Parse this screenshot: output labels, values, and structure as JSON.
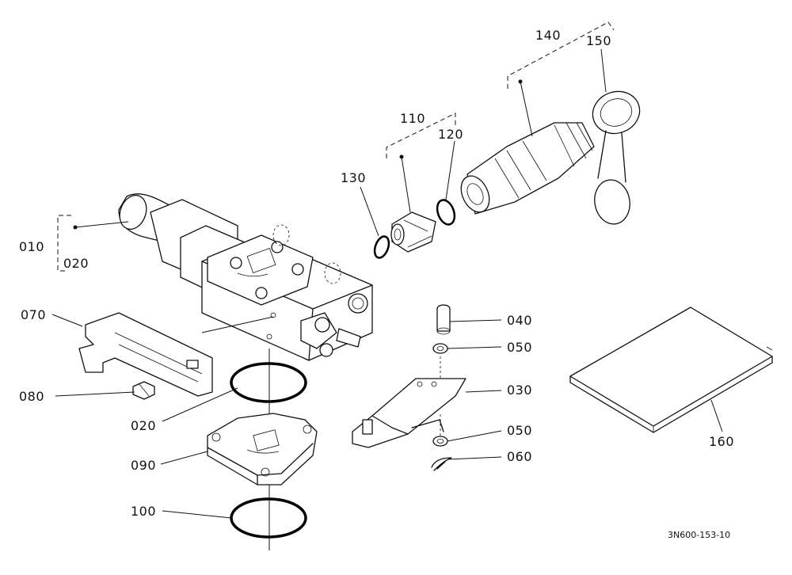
{
  "diagram": {
    "drawing_code": "3N600-153-10",
    "callouts": {
      "c010": "010",
      "c020_top": "020",
      "c020_mid": "020",
      "c030": "030",
      "c040": "040",
      "c050_top": "050",
      "c050_bot": "050",
      "c060": "060",
      "c070": "070",
      "c080": "080",
      "c090": "090",
      "c100": "100",
      "c110": "110",
      "c120": "120",
      "c130": "130",
      "c140": "140",
      "c150": "150",
      "c160": "160"
    }
  }
}
